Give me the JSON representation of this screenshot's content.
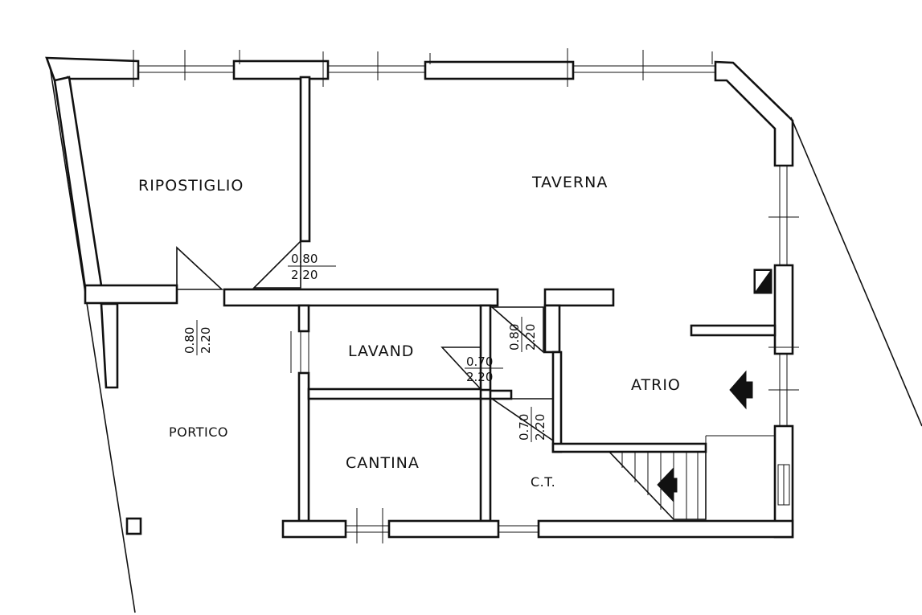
{
  "rooms": {
    "ripostiglio": "RIPOSTIGLIO",
    "taverna": "TAVERNA",
    "lavand": "LAVAND",
    "atrio": "ATRIO",
    "portico": "PORTICO",
    "cantina": "CANTINA",
    "ct": "C.T."
  },
  "doors": {
    "ripostiglio_taverna": {
      "width": "0.80",
      "height": "2.20"
    },
    "ripostiglio_portico": {
      "width": "0.80",
      "height": "2.20"
    },
    "taverna_ct": {
      "width": "0.80",
      "height": "2.20"
    },
    "lavand": {
      "width": "0.70",
      "height": "2.20"
    },
    "ct_atrio": {
      "width": "0.70",
      "height": "2.20"
    }
  }
}
